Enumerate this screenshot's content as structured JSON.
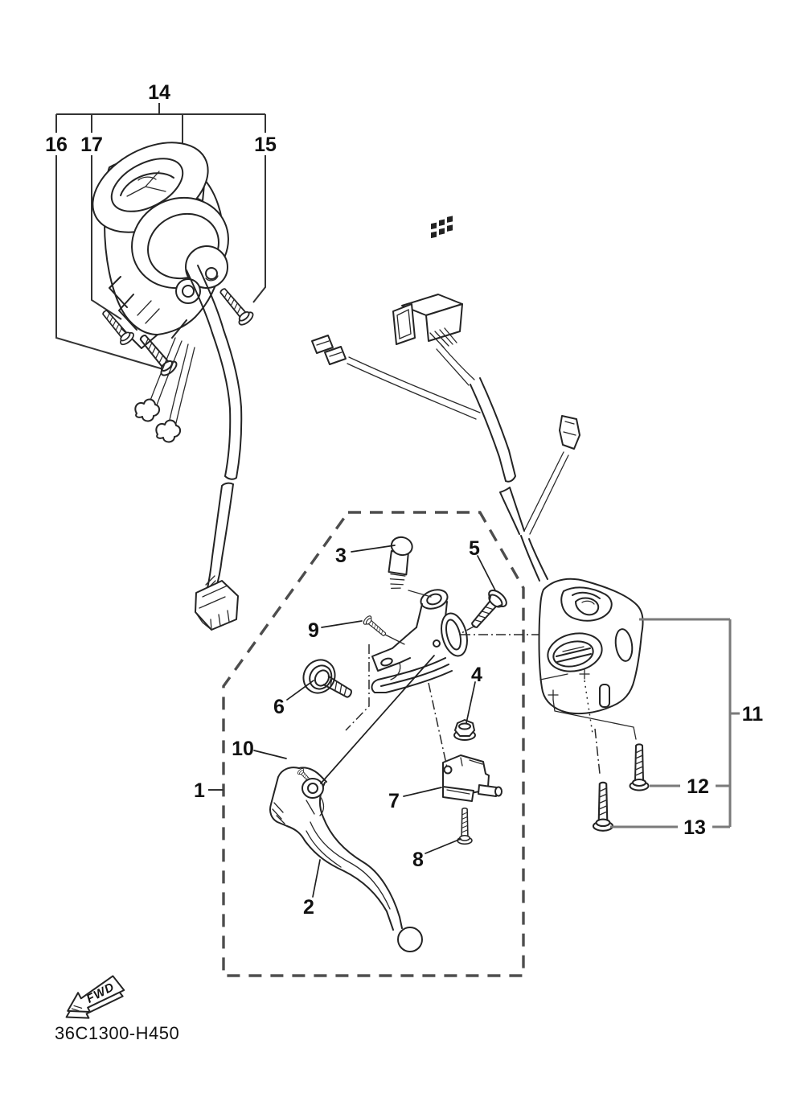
{
  "diagram": {
    "part_code": "36C1300-H450",
    "fwd_label": "FWD",
    "callouts": {
      "1": "1",
      "2": "2",
      "3": "3",
      "4": "4",
      "5": "5",
      "6": "6",
      "7": "7",
      "8": "8",
      "9": "9",
      "10": "10",
      "11": "11",
      "12": "12",
      "13": "13",
      "14": "14",
      "15": "15",
      "16": "16",
      "17": "17"
    }
  }
}
